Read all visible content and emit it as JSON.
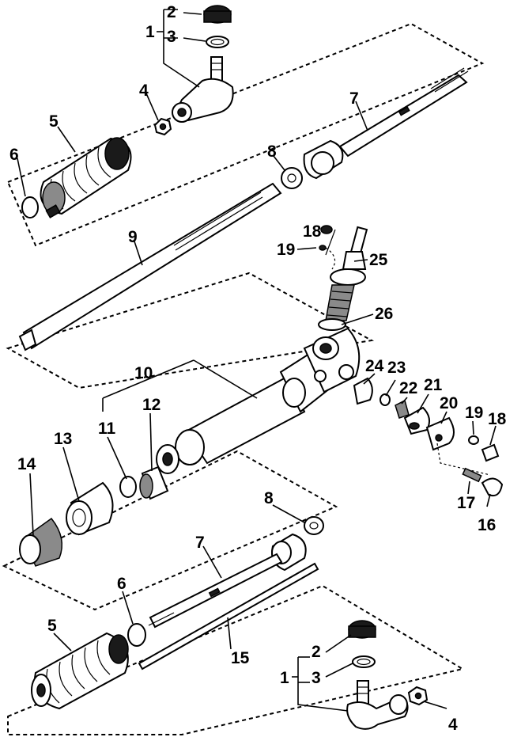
{
  "callouts": {
    "c1_top": "1",
    "c2_top": "2",
    "c3_top": "3",
    "c4_top": "4",
    "c5_top": "5",
    "c6_top": "6",
    "c7_top": "7",
    "c8_top": "8",
    "c9": "9",
    "c10": "10",
    "c11": "11",
    "c12": "12",
    "c13": "13",
    "c14": "14",
    "c15": "15",
    "c16": "16",
    "c17": "17",
    "c18_top": "18",
    "c18_right": "18",
    "c19_top": "19",
    "c19_right": "19",
    "c20": "20",
    "c21": "21",
    "c22": "22",
    "c23": "23",
    "c24": "24",
    "c25": "25",
    "c26": "26",
    "c8_bottom": "8",
    "c7_bottom": "7",
    "c6_bottom": "6",
    "c5_bottom": "5",
    "c2_bottom": "2",
    "c3_bottom": "3",
    "c1_bottom": "1",
    "c4_bottom": "4"
  }
}
